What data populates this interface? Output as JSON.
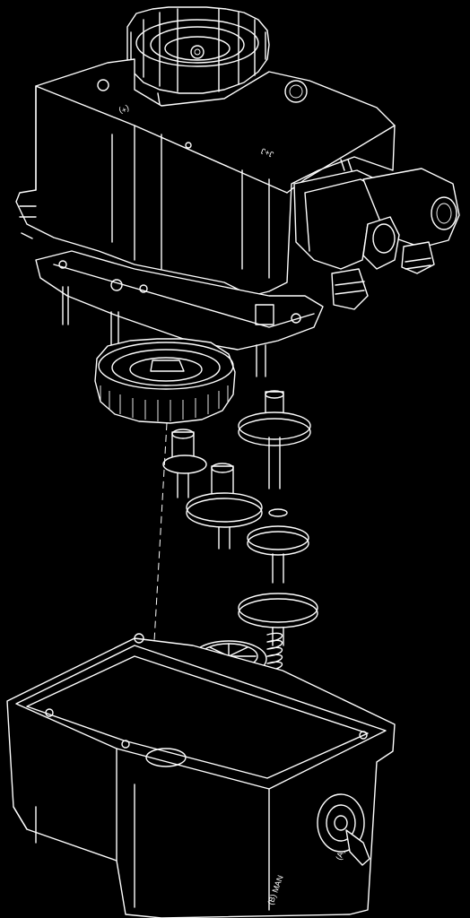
{
  "labels": {
    "cover_mark": "(+)",
    "cover_logo": "J+J",
    "label_man": "(B) MAN",
    "label_auto": "(A)"
  },
  "colors": {
    "background": "#000000",
    "line": "#ffffff"
  },
  "parts": [
    "handwheel",
    "upper-cover",
    "connectors",
    "motor-plate",
    "large-gear",
    "gear-train",
    "spring",
    "lower-housing",
    "manual-knob"
  ]
}
